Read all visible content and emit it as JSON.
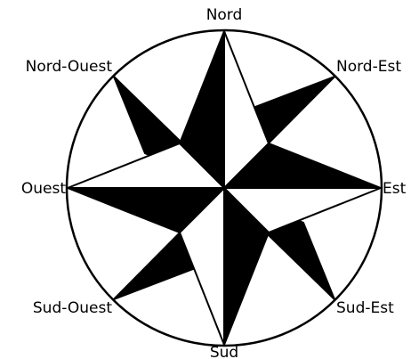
{
  "directions": {
    "n": "Nord",
    "ne": "Nord-Est",
    "e": "Est",
    "se": "Sud-Est",
    "s": "Sud",
    "sw": "Sud-Ouest",
    "w": "Ouest",
    "nw": "Nord-Ouest"
  },
  "colors": {
    "ink": "#000000",
    "paper": "#ffffff"
  }
}
